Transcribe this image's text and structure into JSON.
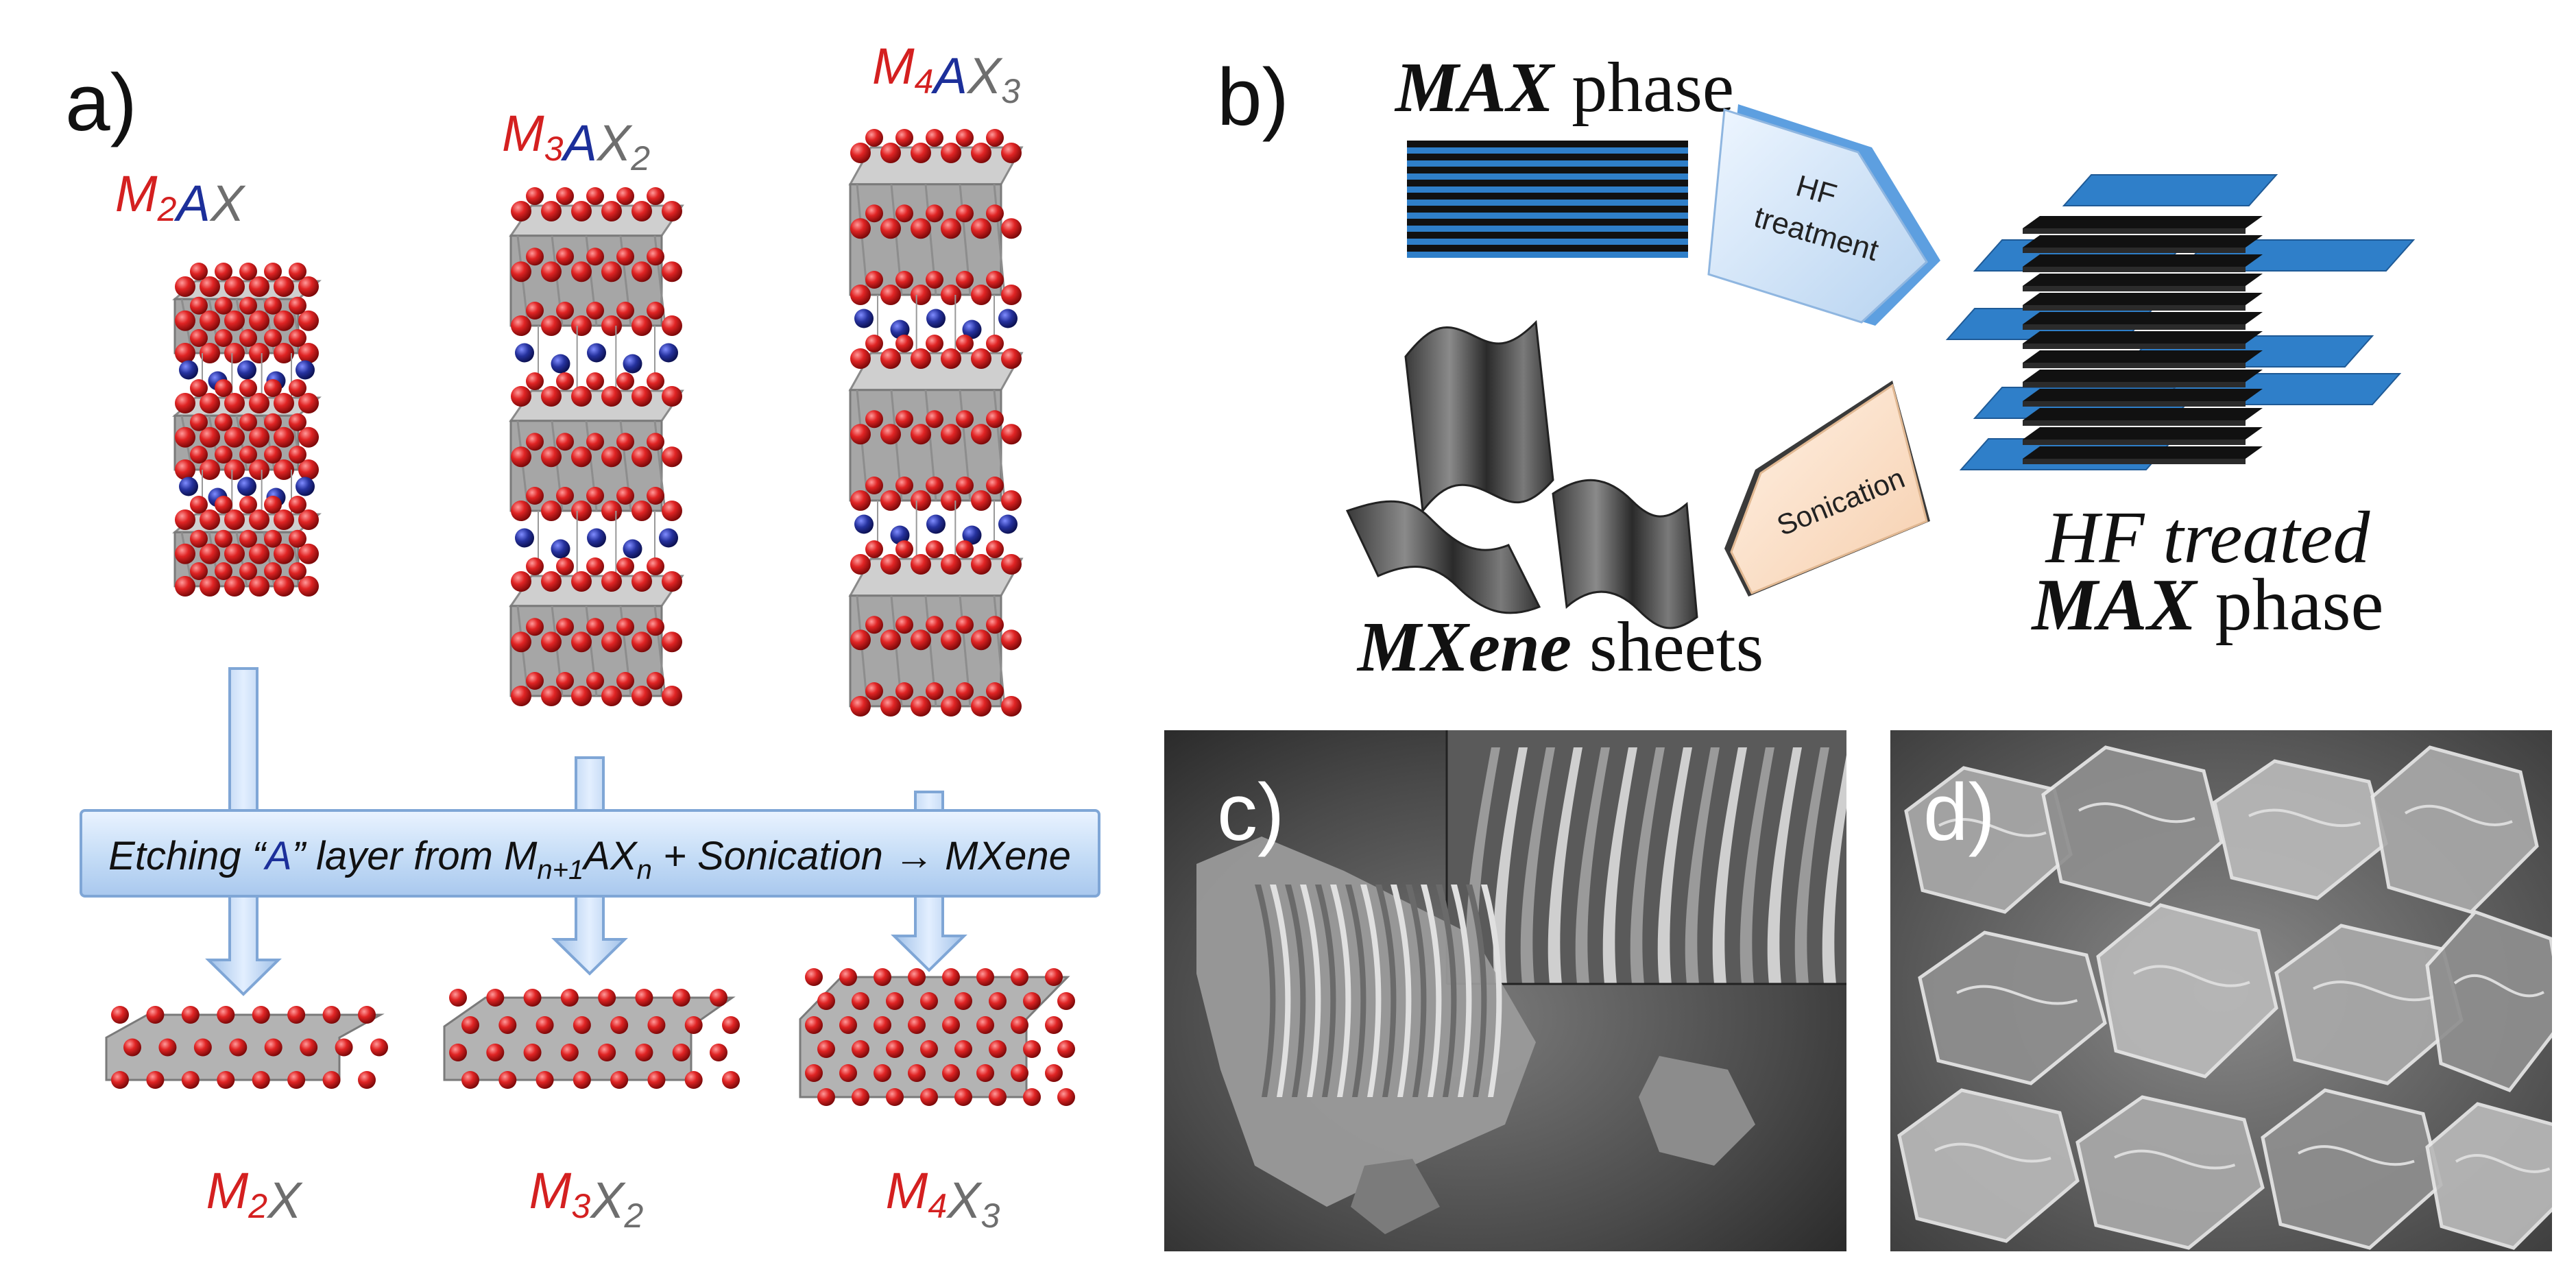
{
  "panel_a": {
    "label": "a)",
    "formulas_top": [
      {
        "parts": [
          {
            "t": "M",
            "c": "red"
          },
          {
            "t": "2",
            "c": "red",
            "sub": true
          },
          {
            "t": "A",
            "c": "blue"
          },
          {
            "t": "X",
            "c": "gray"
          }
        ]
      },
      {
        "parts": [
          {
            "t": "M",
            "c": "red"
          },
          {
            "t": "3",
            "c": "red",
            "sub": true
          },
          {
            "t": "A",
            "c": "blue"
          },
          {
            "t": "X",
            "c": "gray"
          },
          {
            "t": "2",
            "c": "gray",
            "sub": true
          }
        ]
      },
      {
        "parts": [
          {
            "t": "M",
            "c": "red"
          },
          {
            "t": "4",
            "c": "red",
            "sub": true
          },
          {
            "t": "A",
            "c": "blue"
          },
          {
            "t": "X",
            "c": "gray"
          },
          {
            "t": "3",
            "c": "gray",
            "sub": true
          }
        ]
      }
    ],
    "formulas_bottom": [
      {
        "parts": [
          {
            "t": "M",
            "c": "red"
          },
          {
            "t": "2",
            "c": "red",
            "sub": true
          },
          {
            "t": "X",
            "c": "gray"
          }
        ]
      },
      {
        "parts": [
          {
            "t": "M",
            "c": "red"
          },
          {
            "t": "3",
            "c": "red",
            "sub": true
          },
          {
            "t": "X",
            "c": "gray"
          },
          {
            "t": "2",
            "c": "gray",
            "sub": true
          }
        ]
      },
      {
        "parts": [
          {
            "t": "M",
            "c": "red"
          },
          {
            "t": "4",
            "c": "red",
            "sub": true
          },
          {
            "t": "X",
            "c": "gray"
          },
          {
            "t": "3",
            "c": "gray",
            "sub": true
          }
        ]
      }
    ],
    "banner": {
      "pre": "Etching “",
      "a": "A",
      "mid": "” layer from M",
      "sub1": "n+1",
      "mid2": "AX",
      "sub2": "n",
      "post": " + Sonication → MXene"
    }
  },
  "panel_b": {
    "label": "b)",
    "max_phase": {
      "bold": "MAX",
      "rest": " phase"
    },
    "hf_line1": "HF",
    "hf_line2": "treatment",
    "sonication": "Sonication",
    "hf_treated_1": "HF treated",
    "hf_treated_2_bold": "MAX",
    "hf_treated_2_rest": " phase",
    "mxene_sheets": {
      "bold": "MXene",
      "rest": " sheets"
    }
  },
  "panel_c": {
    "label": "c)"
  },
  "panel_d": {
    "label": "d)"
  },
  "colors": {
    "metal_red": "#d42020",
    "a_blue": "#1c2f9a",
    "x_gray": "#6e6e6e",
    "layer_blue": "#2f7fc9",
    "layer_black": "#111111",
    "arrow_blue": "#bcd6f2",
    "hf_arrow": "#cfe3f6",
    "sonication_arrow": "#f9dcc4"
  }
}
